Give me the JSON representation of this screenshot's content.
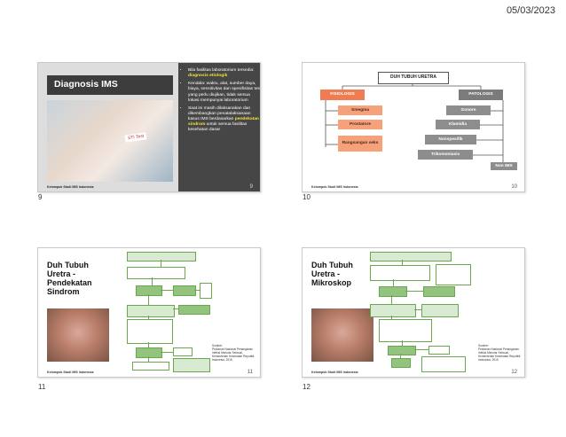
{
  "date": "05/03/2023",
  "slides": [
    {
      "number": "9",
      "title": "Diagnosis IMS",
      "photo_label": "STI Test",
      "bullets": {
        "b1_pre": "Bila fasilitas laboratorium tersedia: ",
        "b1_hl": "diagnosis etiologik",
        "b2": "Kendala: waktu, alat, sumber daya, biaya, sensitivitas dan spesifisitas tes yang perlu diujikan, tidak semua lokasi mempunyai laboratorium",
        "b3_pre": "Saat ini masih dilaksanakan dan dikembangkan penatalaksanaan kasus IMS berdasarkan ",
        "b3_hl": "pendekatan sindrom",
        "b3_post": " untuk semua fasilitas kesehatan dasar"
      },
      "footer": "Kelompok Studi IMS Indonesia",
      "page": "9"
    },
    {
      "number": "10",
      "diagram": {
        "root": "DUH TUBUH URETRA",
        "physiologic": "FISIOLOGIS",
        "pathologic": "PATOLOGIS",
        "physiologic_items": [
          "Smegma",
          "Prostatore",
          "Rangsangan seks"
        ],
        "pathologic_items": [
          "Gonore",
          "Klamidia",
          "Nonspesifik",
          "Trikomoniasis",
          "Non IMS"
        ]
      },
      "footer": "Kelompok Studi IMS Indonesia",
      "page": "10"
    },
    {
      "number": "11",
      "title": "Duh Tubuh Uretra - Pendekatan Sindrom",
      "source": "Sumber:\nPedoman Nasional Penanganan Infeksi Menular Seksual, Kementerian Kesehatan Republik Indonesia, 2015",
      "footer": "Kelompok Studi IMS Indonesia",
      "page": "11"
    },
    {
      "number": "12",
      "title": "Duh Tubuh Uretra - Mikroskop",
      "source": "Sumber:\nPedoman Nasional Penanganan Infeksi Menular Seksual, Kementerian Kesehatan Republik Indonesia, 2015",
      "footer": "Kelompok Studi IMS Indonesia",
      "page": "12"
    }
  ]
}
